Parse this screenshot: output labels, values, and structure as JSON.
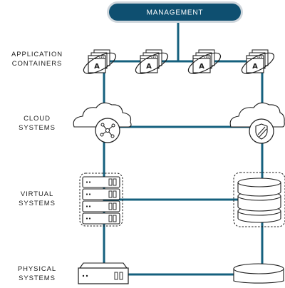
{
  "management": {
    "label": "MANAGEMENT"
  },
  "rows": {
    "application_containers": {
      "line1": "APPLICATION",
      "line2": "CONTAINERS"
    },
    "cloud_systems": {
      "line1": "CLOUD",
      "line2": "SYSTEMS"
    },
    "virtual_systems": {
      "line1": "VIRTUAL",
      "line2": "SYSTEMS"
    },
    "physical_systems": {
      "line1": "PHYSICAL",
      "line2": "SYSTEMS"
    }
  },
  "container_glyph": "A",
  "icons": {
    "management": "management-pill",
    "container": "stacked-app-container-icon",
    "cloud_left": "cloud-network-hub-icon",
    "cloud_right": "cloud-shield-icon",
    "virtual_left": "server-rack-icon",
    "virtual_right": "database-stack-icon",
    "physical_left": "hardware-server-icon",
    "physical_right": "storage-disk-icon"
  },
  "colors": {
    "connector": "#15607e",
    "management_fill": "#0e4f70",
    "management_border": "#cfd6dc",
    "outline": "#1c1c1c",
    "icon_fill": "#ffffff"
  }
}
